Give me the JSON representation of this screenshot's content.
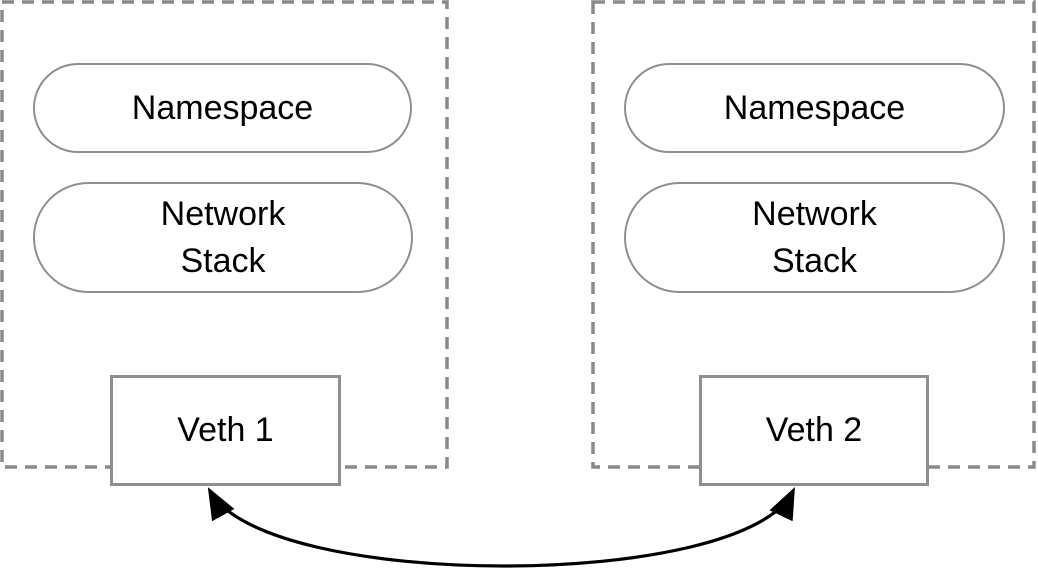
{
  "colors": {
    "background": "#ffffff",
    "container_dashed_border": "#8a8a8a",
    "node_border": "#8f8f8f",
    "text": "#000000",
    "arrow": "#000000"
  },
  "left_namespace": {
    "namespace_label": "Namespace",
    "network_stack_label": "Network Stack",
    "veth_label": "Veth 1"
  },
  "right_namespace": {
    "namespace_label": "Namespace",
    "network_stack_label": "Network Stack",
    "veth_label": "Veth 2"
  },
  "connection": {
    "type": "curved double-headed arrow",
    "from": "Veth 1",
    "to": "Veth 2"
  }
}
